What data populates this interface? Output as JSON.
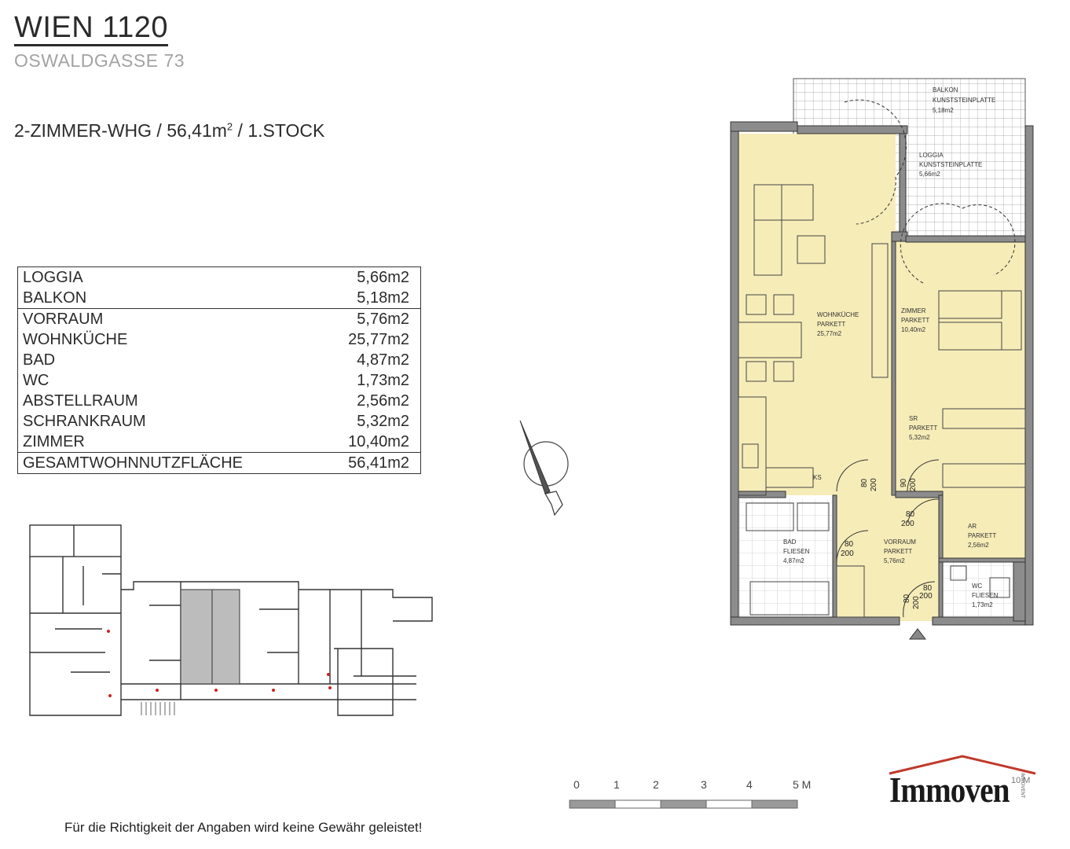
{
  "header": {
    "city": "WIEN 1120",
    "street": "OSWALDGASSE 73",
    "unit_prefix": "2-ZIMMER-WHG / 56,41m",
    "unit_sup": "2",
    "unit_suffix": " / 1.STOCK"
  },
  "areas": {
    "outdoor": [
      {
        "name": "LOGGIA",
        "value": "5,66m2"
      },
      {
        "name": "BALKON",
        "value": "5,18m2"
      }
    ],
    "indoor": [
      {
        "name": "VORRAUM",
        "value": "5,76m2"
      },
      {
        "name": "WOHNKÜCHE",
        "value": "25,77m2"
      },
      {
        "name": "BAD",
        "value": "4,87m2"
      },
      {
        "name": "WC",
        "value": "1,73m2"
      },
      {
        "name": "ABSTELLRAUM",
        "value": "2,56m2"
      },
      {
        "name": "SCHRANKRAUM",
        "value": "5,32m2"
      },
      {
        "name": "ZIMMER",
        "value": "10,40m2"
      }
    ],
    "total": {
      "name": "GESAMTWOHNNUTZFLÄCHE",
      "value": "56,41m2"
    }
  },
  "plan": {
    "rooms": {
      "balkon": [
        "BALKON",
        "KUNSTSTEINPLATTE",
        "5,18m2"
      ],
      "loggia": [
        "LOGGIA",
        "KUNSTSTEINPLATTE",
        "5,66m2"
      ],
      "wohnkueche": [
        "WOHNKÜCHE",
        "PARKETT",
        "25,77m2"
      ],
      "zimmer": [
        "ZIMMER",
        "PARKETT",
        "10,40m2"
      ],
      "sr": [
        "SR",
        "PARKETT",
        "5,32m2"
      ],
      "ar": [
        "AR",
        "PARKETT",
        "2,56m2"
      ],
      "bad": [
        "BAD",
        "FLIESEN",
        "4,87m2"
      ],
      "vorraum": [
        "VORRAUM",
        "PARKETT",
        "5,76m2"
      ],
      "wc": [
        "WC",
        "FLIESEN",
        "1,73m2"
      ]
    },
    "ks_label": "KS",
    "door_dims": [
      "80",
      "200",
      "80",
      "200",
      "80",
      "200",
      "80",
      "200",
      "90",
      "200",
      "80",
      "200"
    ],
    "wall_color": "#8c8c8c",
    "floor_color": "#f6ecb8"
  },
  "scale": {
    "labels": [
      "0",
      "1",
      "2",
      "3",
      "4",
      "5 M"
    ],
    "tag": "10 M"
  },
  "logo": {
    "name": "Immoven",
    "side": "IMMOVENT"
  },
  "footer": "Für die Richtigkeit der Angaben wird keine Gewähr geleistet!"
}
